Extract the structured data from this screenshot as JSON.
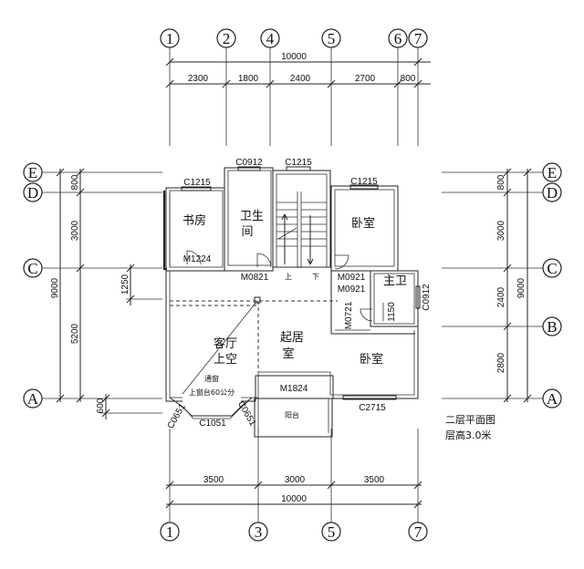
{
  "axes": {
    "top": [
      "1",
      "2",
      "4",
      "5",
      "6",
      "7"
    ],
    "bottom": [
      "1",
      "3",
      "5",
      "7"
    ],
    "left": [
      "E",
      "D",
      "C",
      "A"
    ],
    "right": [
      "E",
      "D",
      "C",
      "B",
      "A"
    ]
  },
  "dims": {
    "top_total": "10000",
    "top_segments": [
      "2300",
      "1800",
      "2400",
      "2700",
      "800"
    ],
    "bottom_segments": [
      "3500",
      "3000",
      "3500"
    ],
    "bottom_total": "10000",
    "left_segments": [
      "800",
      "3000",
      "5200"
    ],
    "left_total": "9000",
    "left_extra": [
      "1250",
      "600"
    ],
    "right_segments": [
      "800",
      "3000",
      "2400",
      "2800"
    ],
    "right_total": "9000"
  },
  "windows": {
    "w_c0912_top": "C0912",
    "w_c1215_mid": "C1215",
    "w_c1215_left": "C1215",
    "w_c1215_right": "C1215",
    "w_c0912_right": "C0912",
    "w_c2715": "C2715",
    "w_c0651_l": "C0651",
    "w_c1051": "C1051",
    "w_c0651_r": "C0651"
  },
  "doors": {
    "m1224": "M1224",
    "m0821": "M0821",
    "m0921_a": "M0921",
    "m0921_b": "M0921",
    "m0721": "M0721",
    "m1824": "M1824",
    "dim_1150": "1150"
  },
  "rooms": {
    "study": "书房",
    "bath_1": "卫生",
    "bath_2": "间",
    "bedroom_top": "卧室",
    "master_bath": "主卫",
    "living_1": "客厅",
    "living_2": "上空",
    "family_1": "起居",
    "family_2": "室",
    "bedroom_bottom": "卧室",
    "balcony": "阳台",
    "stairs_up": "上",
    "stairs_down": "下",
    "window_note_1": "通窗",
    "window_note_2": "上窗台60公分"
  },
  "notes": {
    "title": "二层平面图",
    "height": "层高3.0米"
  }
}
